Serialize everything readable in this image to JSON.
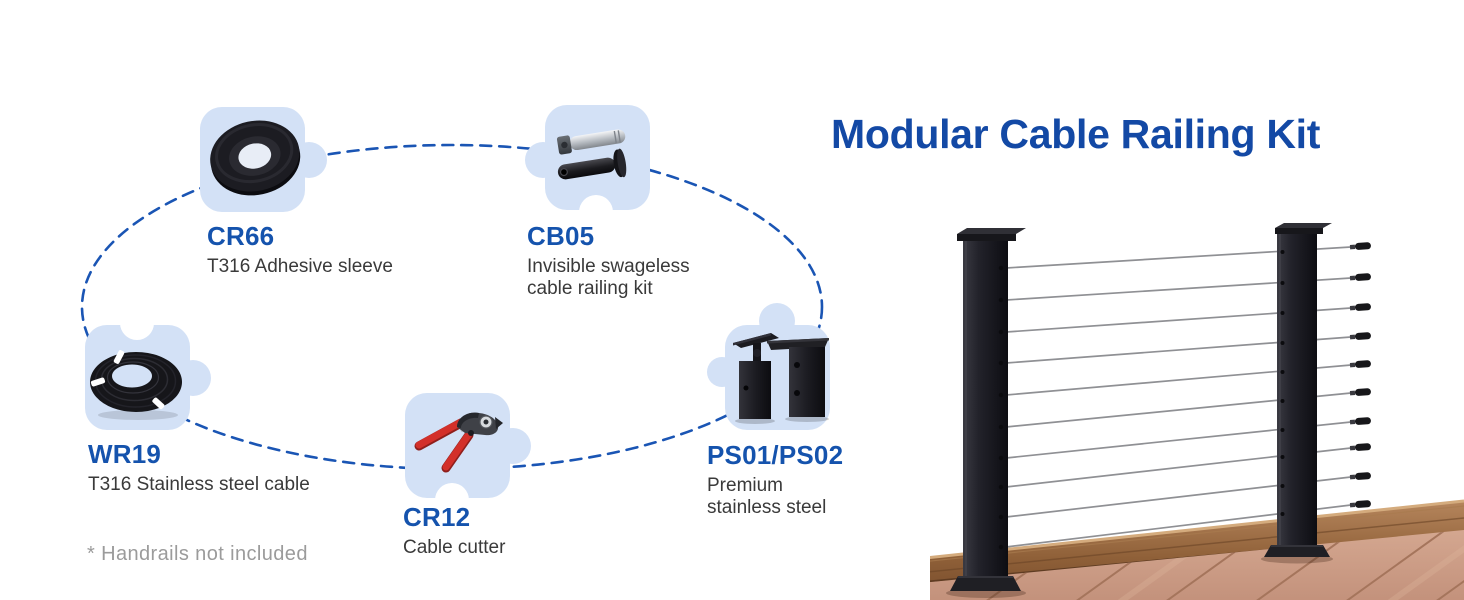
{
  "title": "Modular Cable Railing Kit",
  "footnote": "* Handrails not included",
  "products": [
    {
      "code": "CR66",
      "desc": "T316 Adhesive sleeve",
      "icon": "adhesive-sleeve-washer"
    },
    {
      "code": "CB05",
      "desc": "Invisible swageless\ncable railing kit",
      "icon": "swageless-fittings"
    },
    {
      "code": "WR19",
      "desc": "T316 Stainless steel cable",
      "icon": "cable-coil"
    },
    {
      "code": "CR12",
      "desc": "Cable cutter",
      "icon": "cable-cutter"
    },
    {
      "code": "PS01/PS02",
      "desc": "Premium\nstainless steel",
      "icon": "steel-posts"
    }
  ],
  "colors": {
    "title_blue": "#1349a5",
    "label_blue": "#1553ad",
    "dash_blue": "#1a55b4",
    "tile_blue": "#d3e1f6",
    "text_dark": "#3a3a3a",
    "muted_gray": "#9b9b9b",
    "deck_plank": "#cf9f89",
    "deck_fascia": "#8f6038",
    "post_black": "#1b1b20"
  }
}
